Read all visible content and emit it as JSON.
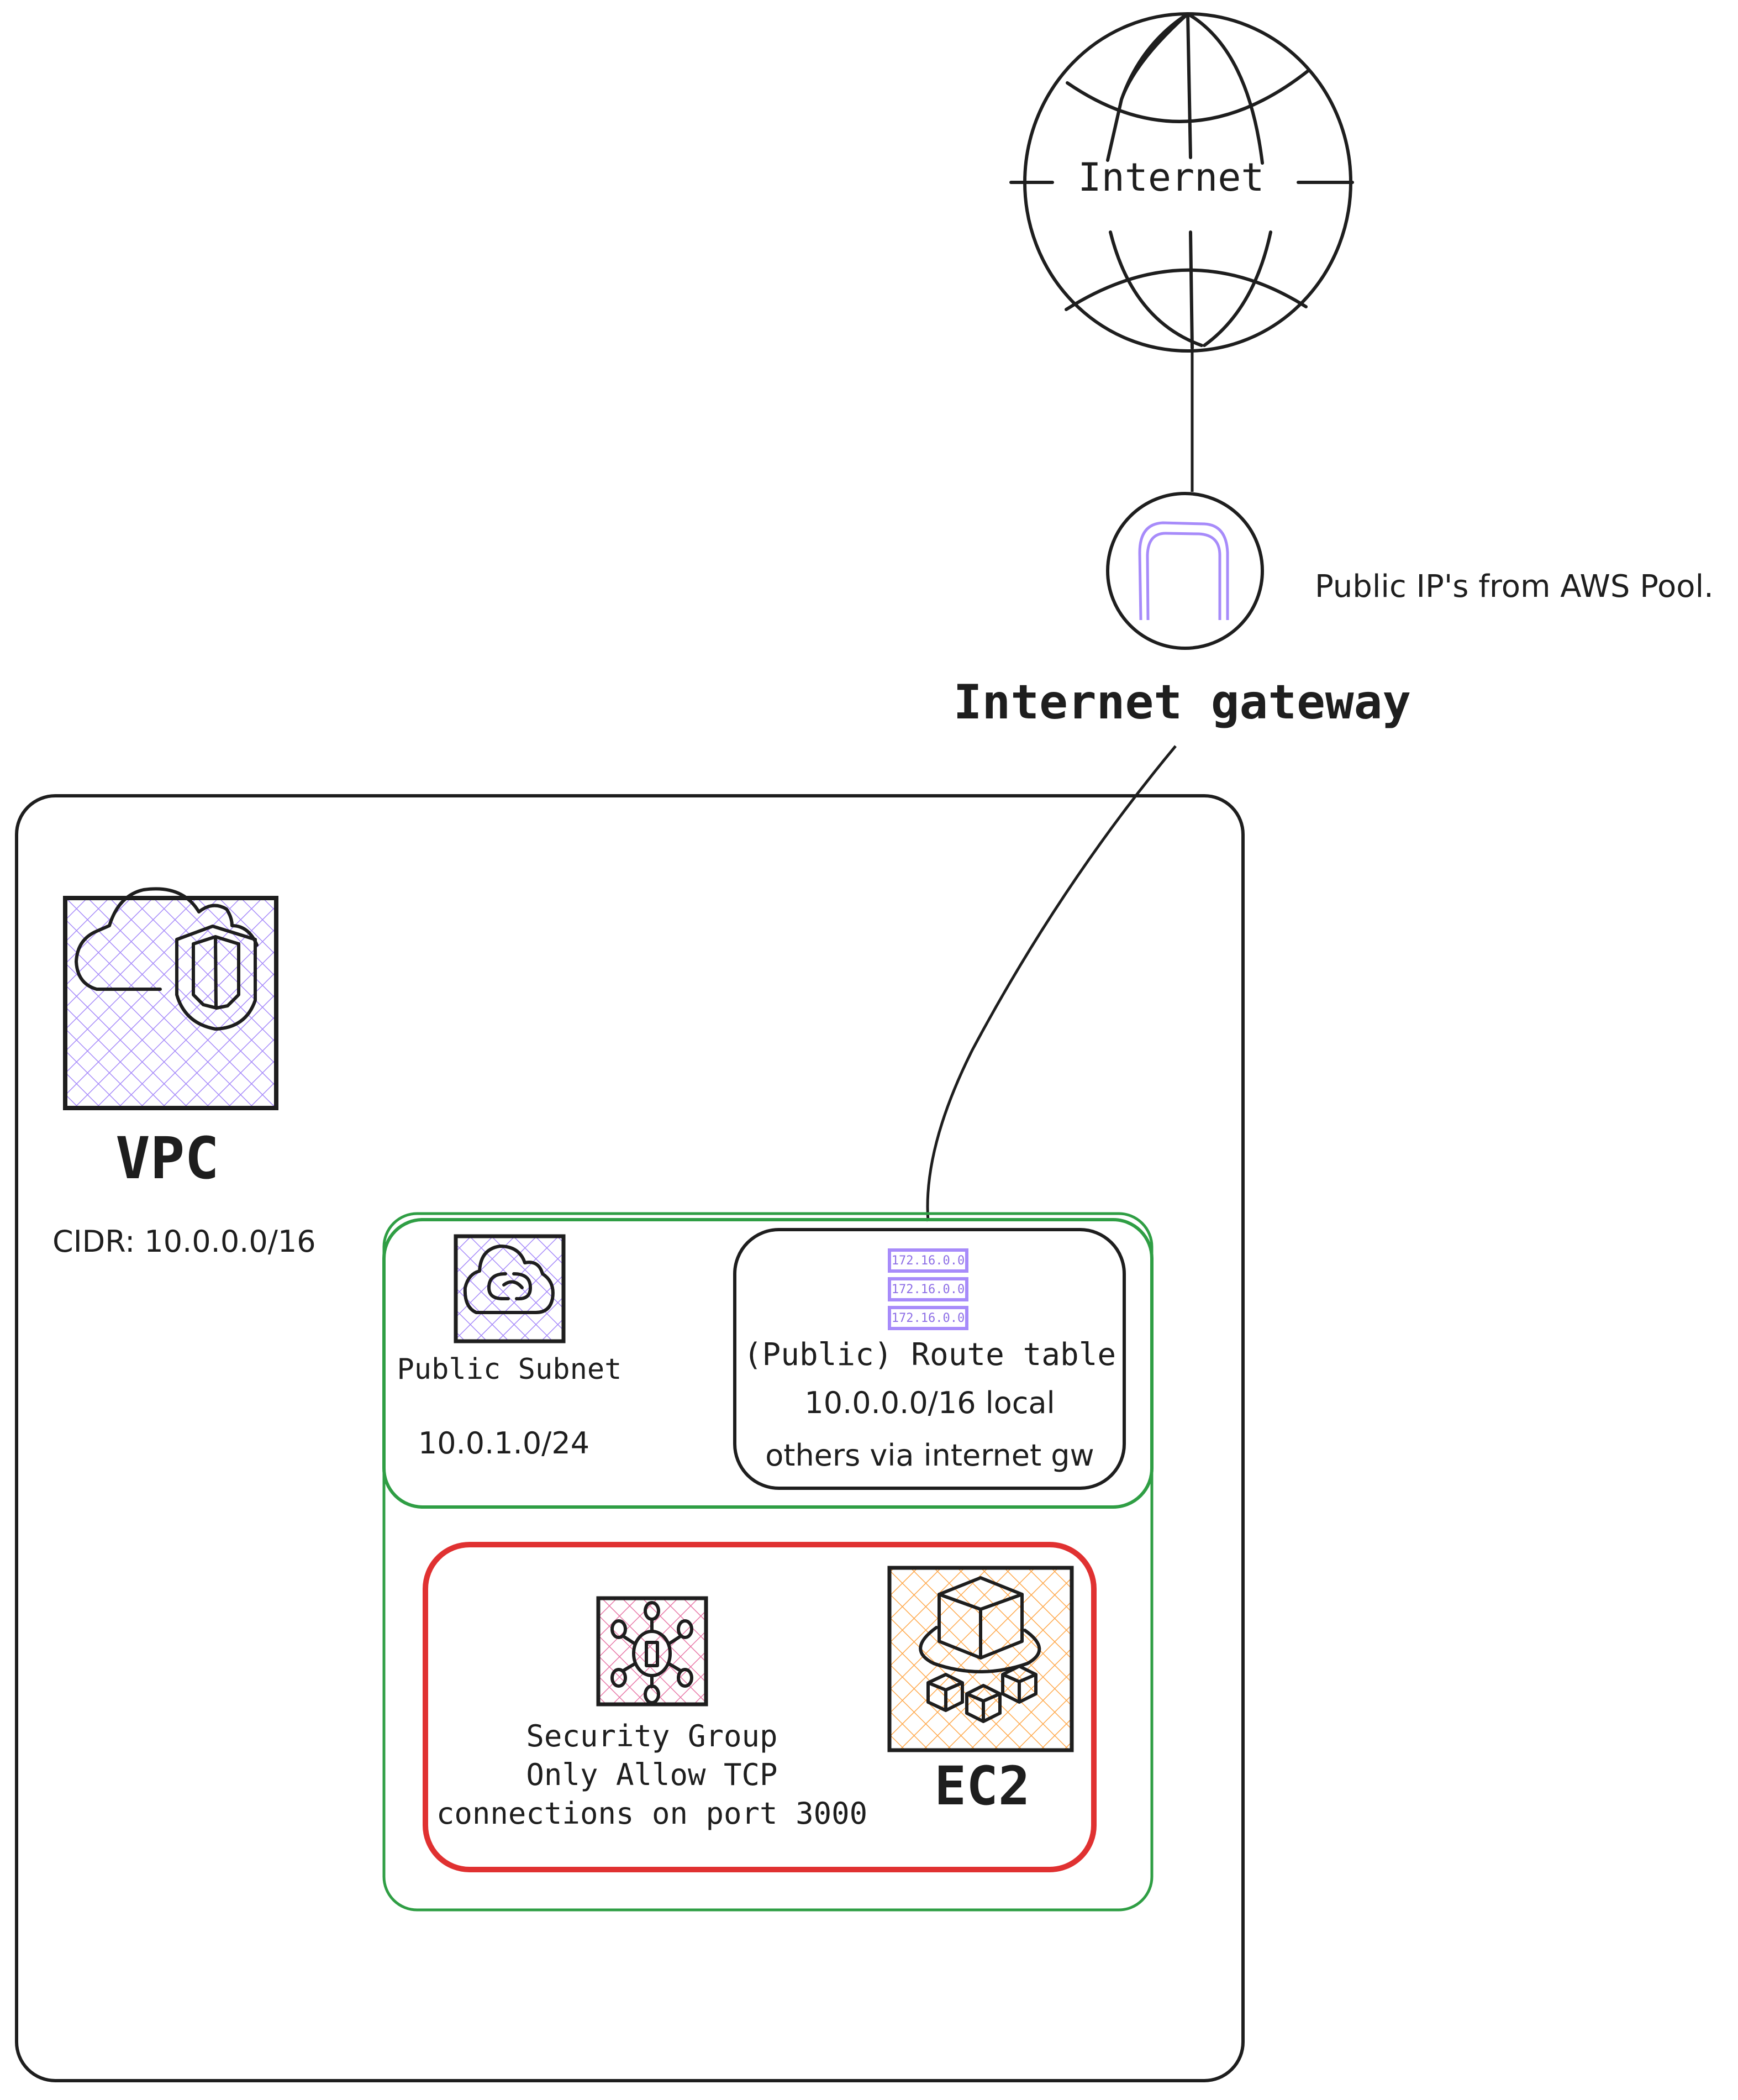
{
  "internet": {
    "label": "Internet",
    "icon": "globe-icon"
  },
  "gateway": {
    "label": "Internet gateway",
    "icon": "gateway-arch-icon",
    "note": "Public IP's from AWS Pool."
  },
  "vpc": {
    "label": "VPC",
    "cidr": "CIDR: 10.0.0.0/16",
    "icon": "cloud-shield-icon",
    "accent": "#a78bfa"
  },
  "public_subnet": {
    "label": "Public Subnet",
    "cidr": "10.0.1.0/24",
    "icon": "cloud-link-icon",
    "border_color": "#2f9e44"
  },
  "route_table": {
    "title": "(Public) Route table",
    "routes": [
      "10.0.0.0/16 local",
      "others via internet gw"
    ],
    "entries": [
      "172.16.0.0",
      "172.16.0.0",
      "172.16.0.0"
    ],
    "icon": "route-table-icon"
  },
  "security_group": {
    "lines": [
      "Security Group",
      "Only Allow TCP",
      "connections on port 3000"
    ],
    "icon": "security-group-hub-icon",
    "border_color": "#e03131",
    "accent": "#e879a8"
  },
  "ec2": {
    "label": "EC2",
    "icon": "ec2-cubes-icon",
    "accent": "#ffa94d"
  }
}
